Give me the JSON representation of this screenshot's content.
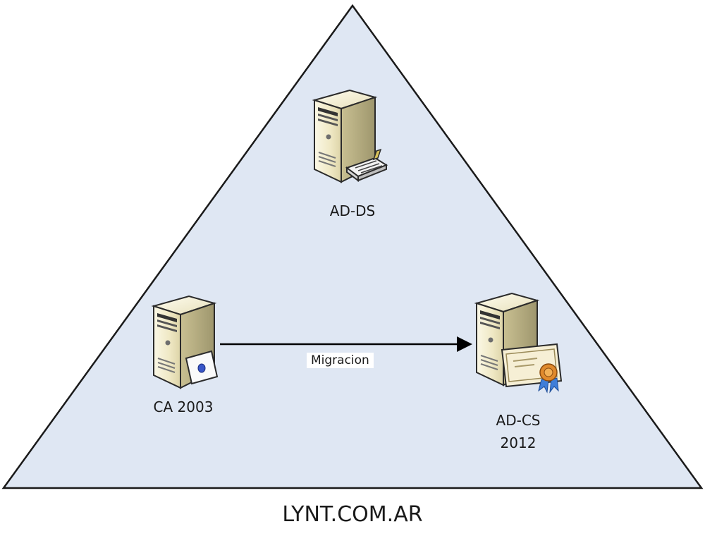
{
  "nodes": {
    "ad_ds": {
      "label": "AD-DS",
      "icon": "server-with-directory-icon"
    },
    "ca_2003": {
      "label": "CA 2003",
      "icon": "server-with-certificate-card-icon"
    },
    "ad_cs": {
      "label_line1": "AD-CS",
      "label_line2": "2012",
      "icon": "server-with-certificate-seal-icon"
    }
  },
  "edge": {
    "label": "Migracion",
    "from": "CA 2003",
    "to": "AD-CS 2012"
  },
  "footer": {
    "text": "LYNT.COM.AR"
  },
  "colors": {
    "triangle_fill": "#dfe7f3",
    "triangle_stroke": "#1a1a1a",
    "server_body": "#efe9c8",
    "server_side": "#b5ad84",
    "arrow": "#000000"
  }
}
